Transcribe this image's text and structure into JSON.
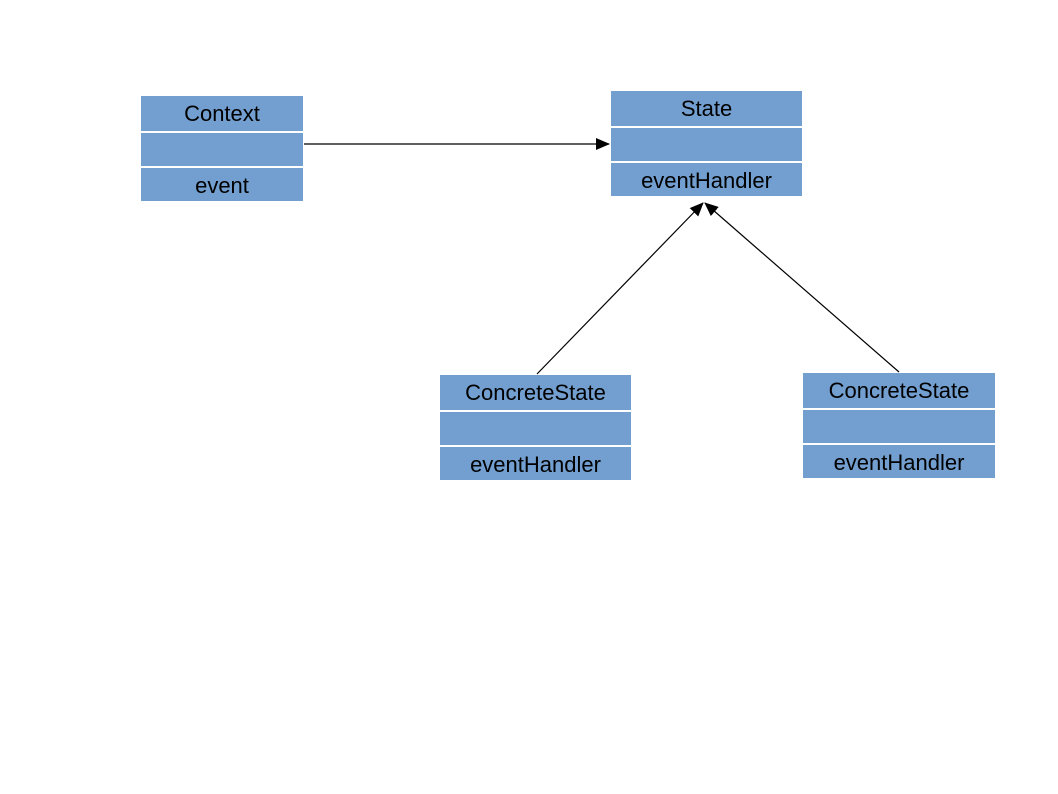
{
  "diagram": {
    "colors": {
      "box_fill": "#729fcf",
      "separator": "#ffffff",
      "line": "#000000",
      "background": "#ffffff"
    },
    "classes": [
      {
        "id": "context",
        "name": "Context",
        "attributes": "",
        "methods": "event"
      },
      {
        "id": "state",
        "name": "State",
        "attributes": "",
        "methods": "eventHandler"
      },
      {
        "id": "concrete-state-1",
        "name": "ConcreteState",
        "attributes": "",
        "methods": "eventHandler"
      },
      {
        "id": "concrete-state-2",
        "name": "ConcreteState",
        "attributes": "",
        "methods": "eventHandler"
      }
    ],
    "relations": [
      {
        "from": "context",
        "to": "state",
        "type": "association"
      },
      {
        "from": "concrete-state-1",
        "to": "state",
        "type": "generalization"
      },
      {
        "from": "concrete-state-2",
        "to": "state",
        "type": "generalization"
      }
    ]
  }
}
